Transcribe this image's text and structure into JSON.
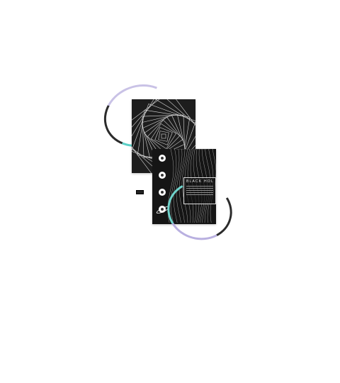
{
  "poster": {
    "title": "BLACK HOL"
  },
  "colors": {
    "poster_bg": "#1d1d1d",
    "ring_teal": "#5ad0c7",
    "ring_lavender": "#c9c2e6"
  },
  "icons": [
    "planet-icon",
    "ringed-planet-icon",
    "spiral-graphic",
    "wave-lines-graphic"
  ]
}
